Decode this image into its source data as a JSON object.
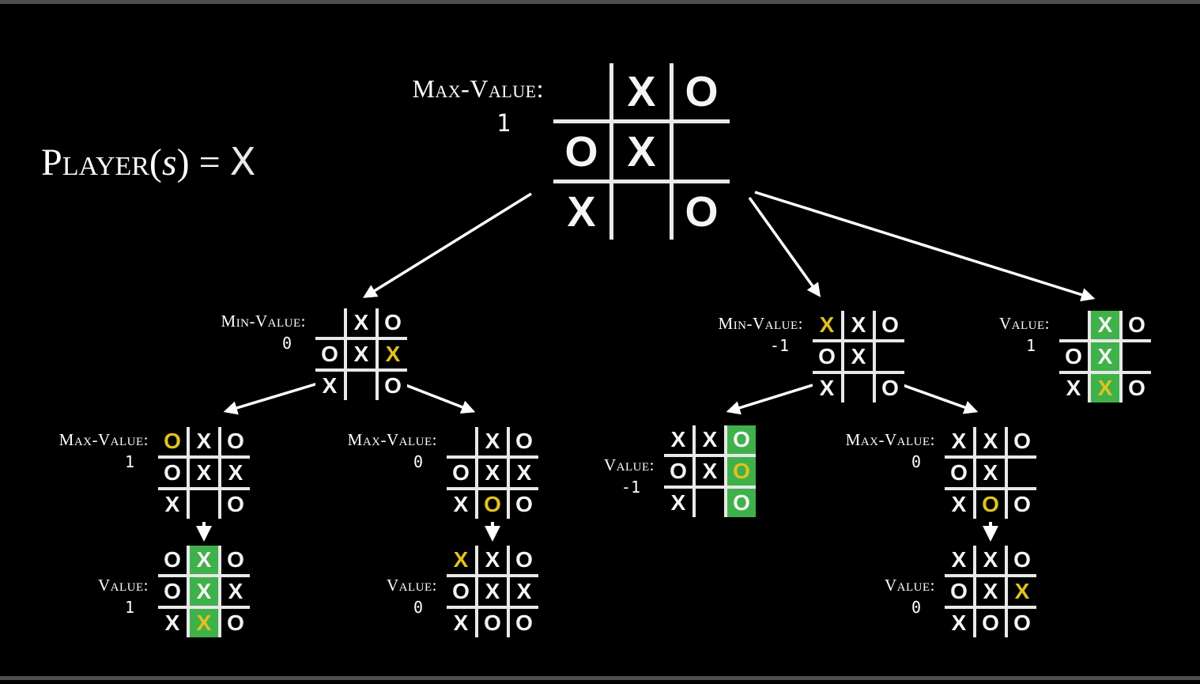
{
  "colors": {
    "yellow": "#e2c220",
    "green": "#3fb14a",
    "line": "#e8e8e8",
    "text": "#ffffff",
    "background": "#000000"
  },
  "player_equation": {
    "prefix": "Player(",
    "s": "s",
    "mid": ") = ",
    "x": "X"
  },
  "boards": {
    "root": {
      "label": "Max-Value:",
      "value": "1",
      "cells": [
        {
          "p": ""
        },
        {
          "p": "X"
        },
        {
          "p": "O"
        },
        {
          "p": "O"
        },
        {
          "p": "X"
        },
        {
          "p": ""
        },
        {
          "p": "X"
        },
        {
          "p": ""
        },
        {
          "p": "O"
        }
      ]
    },
    "child1": {
      "label": "Min-Value:",
      "value": "0",
      "cells": [
        {
          "p": ""
        },
        {
          "p": "X"
        },
        {
          "p": "O"
        },
        {
          "p": "O"
        },
        {
          "p": "X"
        },
        {
          "p": "X",
          "y": true
        },
        {
          "p": "X"
        },
        {
          "p": ""
        },
        {
          "p": "O"
        }
      ]
    },
    "child2": {
      "label": "Min-Value:",
      "value": "-1",
      "cells": [
        {
          "p": "X",
          "y": true
        },
        {
          "p": "X"
        },
        {
          "p": "O"
        },
        {
          "p": "O"
        },
        {
          "p": "X"
        },
        {
          "p": ""
        },
        {
          "p": "X"
        },
        {
          "p": ""
        },
        {
          "p": "O"
        }
      ]
    },
    "child3": {
      "label": "Value:",
      "value": "1",
      "cells": [
        {
          "p": ""
        },
        {
          "p": "X",
          "g": true
        },
        {
          "p": "O"
        },
        {
          "p": "O"
        },
        {
          "p": "X",
          "g": true
        },
        {
          "p": ""
        },
        {
          "p": "X"
        },
        {
          "p": "X",
          "y": true,
          "g": true
        },
        {
          "p": "O"
        }
      ]
    },
    "gc1a": {
      "label": "Max-Value:",
      "value": "1",
      "cells": [
        {
          "p": "O",
          "y": true
        },
        {
          "p": "X"
        },
        {
          "p": "O"
        },
        {
          "p": "O"
        },
        {
          "p": "X"
        },
        {
          "p": "X"
        },
        {
          "p": "X"
        },
        {
          "p": ""
        },
        {
          "p": "O"
        }
      ]
    },
    "gc1b": {
      "label": "Max-Value:",
      "value": "0",
      "cells": [
        {
          "p": ""
        },
        {
          "p": "X"
        },
        {
          "p": "O"
        },
        {
          "p": "O"
        },
        {
          "p": "X"
        },
        {
          "p": "X"
        },
        {
          "p": "X"
        },
        {
          "p": "O",
          "y": true
        },
        {
          "p": "O"
        }
      ]
    },
    "gc2a": {
      "label": "Value:",
      "value": "-1",
      "cells": [
        {
          "p": "X"
        },
        {
          "p": "X"
        },
        {
          "p": "O",
          "g": true
        },
        {
          "p": "O"
        },
        {
          "p": "X"
        },
        {
          "p": "O",
          "y": true,
          "g": true
        },
        {
          "p": "X"
        },
        {
          "p": ""
        },
        {
          "p": "O",
          "g": true
        }
      ]
    },
    "gc2b": {
      "label": "Max-Value:",
      "value": "0",
      "cells": [
        {
          "p": "X"
        },
        {
          "p": "X"
        },
        {
          "p": "O"
        },
        {
          "p": "O"
        },
        {
          "p": "X"
        },
        {
          "p": ""
        },
        {
          "p": "X"
        },
        {
          "p": "O",
          "y": true
        },
        {
          "p": "O"
        }
      ]
    },
    "val1a": {
      "label": "Value:",
      "value": "1",
      "cells": [
        {
          "p": "O"
        },
        {
          "p": "X",
          "g": true
        },
        {
          "p": "O"
        },
        {
          "p": "O"
        },
        {
          "p": "X",
          "g": true
        },
        {
          "p": "X"
        },
        {
          "p": "X"
        },
        {
          "p": "X",
          "y": true,
          "g": true
        },
        {
          "p": "O"
        }
      ]
    },
    "val1b": {
      "label": "Value:",
      "value": "0",
      "cells": [
        {
          "p": "X",
          "y": true
        },
        {
          "p": "X"
        },
        {
          "p": "O"
        },
        {
          "p": "O"
        },
        {
          "p": "X"
        },
        {
          "p": "X"
        },
        {
          "p": "X"
        },
        {
          "p": "O"
        },
        {
          "p": "O"
        }
      ]
    },
    "val2b": {
      "label": "Value:",
      "value": "0",
      "cells": [
        {
          "p": "X"
        },
        {
          "p": "X"
        },
        {
          "p": "O"
        },
        {
          "p": "O"
        },
        {
          "p": "X"
        },
        {
          "p": "X",
          "y": true
        },
        {
          "p": "X"
        },
        {
          "p": "O"
        },
        {
          "p": "O"
        }
      ]
    }
  }
}
